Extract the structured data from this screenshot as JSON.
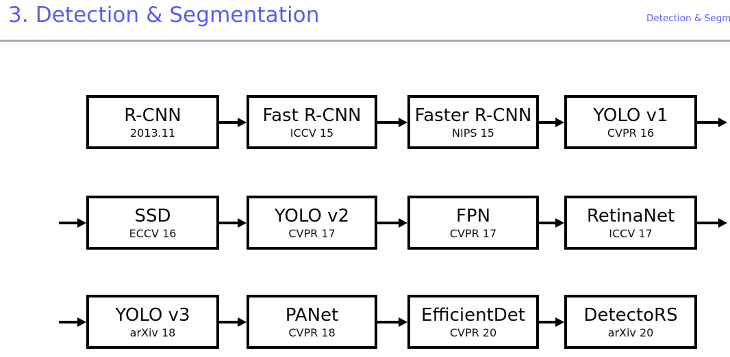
{
  "header": {
    "title": "3. Detection & Segmentation",
    "right_label": "Detection & Segmentation",
    "title_color": "#5b5bf0",
    "rule_color": "#a6a6ad"
  },
  "diagram": {
    "type": "flowchart",
    "orientation": "left-to-right, wrapping across 3 rows",
    "box_border_color": "#000000",
    "box_fill_color": "#ffffff",
    "arrow_color": "#000000",
    "rows": [
      {
        "enters_from_left": false,
        "exits_to_right": true,
        "nodes": [
          {
            "title": "R-CNN",
            "subtitle": "2013.11"
          },
          {
            "title": "Fast R-CNN",
            "subtitle": "ICCV 15"
          },
          {
            "title": "Faster R-CNN",
            "subtitle": "NIPS 15"
          },
          {
            "title": "YOLO v1",
            "subtitle": "CVPR 16"
          }
        ]
      },
      {
        "enters_from_left": true,
        "exits_to_right": true,
        "nodes": [
          {
            "title": "SSD",
            "subtitle": "ECCV 16"
          },
          {
            "title": "YOLO v2",
            "subtitle": "CVPR 17"
          },
          {
            "title": "FPN",
            "subtitle": "CVPR 17"
          },
          {
            "title": "RetinaNet",
            "subtitle": "ICCV 17"
          }
        ]
      },
      {
        "enters_from_left": true,
        "exits_to_right": false,
        "nodes": [
          {
            "title": "YOLO v3",
            "subtitle": "arXiv 18"
          },
          {
            "title": "PANet",
            "subtitle": "CVPR 18"
          },
          {
            "title": "EfficientDet",
            "subtitle": "CVPR 20"
          },
          {
            "title": "DetectoRS",
            "subtitle": "arXiv 20"
          }
        ]
      }
    ]
  }
}
